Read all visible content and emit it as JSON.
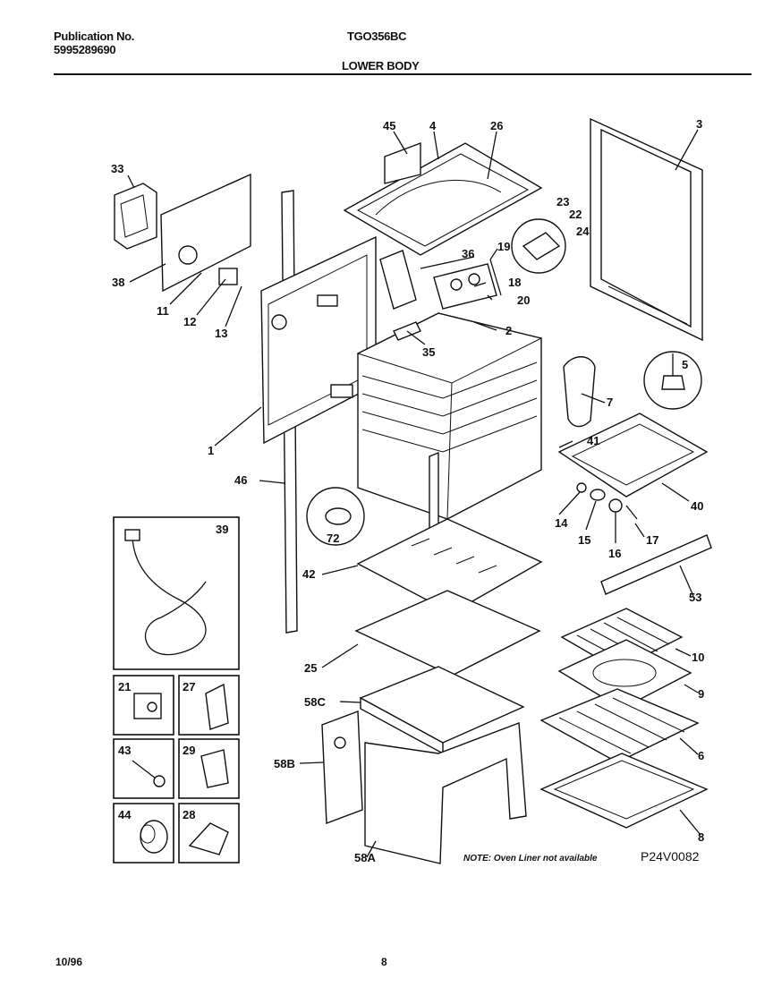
{
  "header": {
    "publication_label": "Publication No.",
    "publication_number": "5995289690",
    "model": "TGO356BC",
    "section": "LOWER BODY"
  },
  "footer": {
    "date": "10/96",
    "page": "8"
  },
  "diagram": {
    "note": "NOTE: Oven Liner not available",
    "figure_code": "P24V0082",
    "part_labels": [
      "45",
      "4",
      "26",
      "3",
      "33",
      "38",
      "11",
      "12",
      "13",
      "36",
      "19",
      "18",
      "20",
      "23",
      "22",
      "24",
      "35",
      "2",
      "5",
      "7",
      "41",
      "40",
      "1",
      "46",
      "72",
      "14",
      "15",
      "16",
      "17",
      "42",
      "53",
      "39",
      "10",
      "25",
      "9",
      "58C",
      "21",
      "27",
      "6",
      "58B",
      "43",
      "29",
      "44",
      "28",
      "8",
      "58A"
    ]
  }
}
